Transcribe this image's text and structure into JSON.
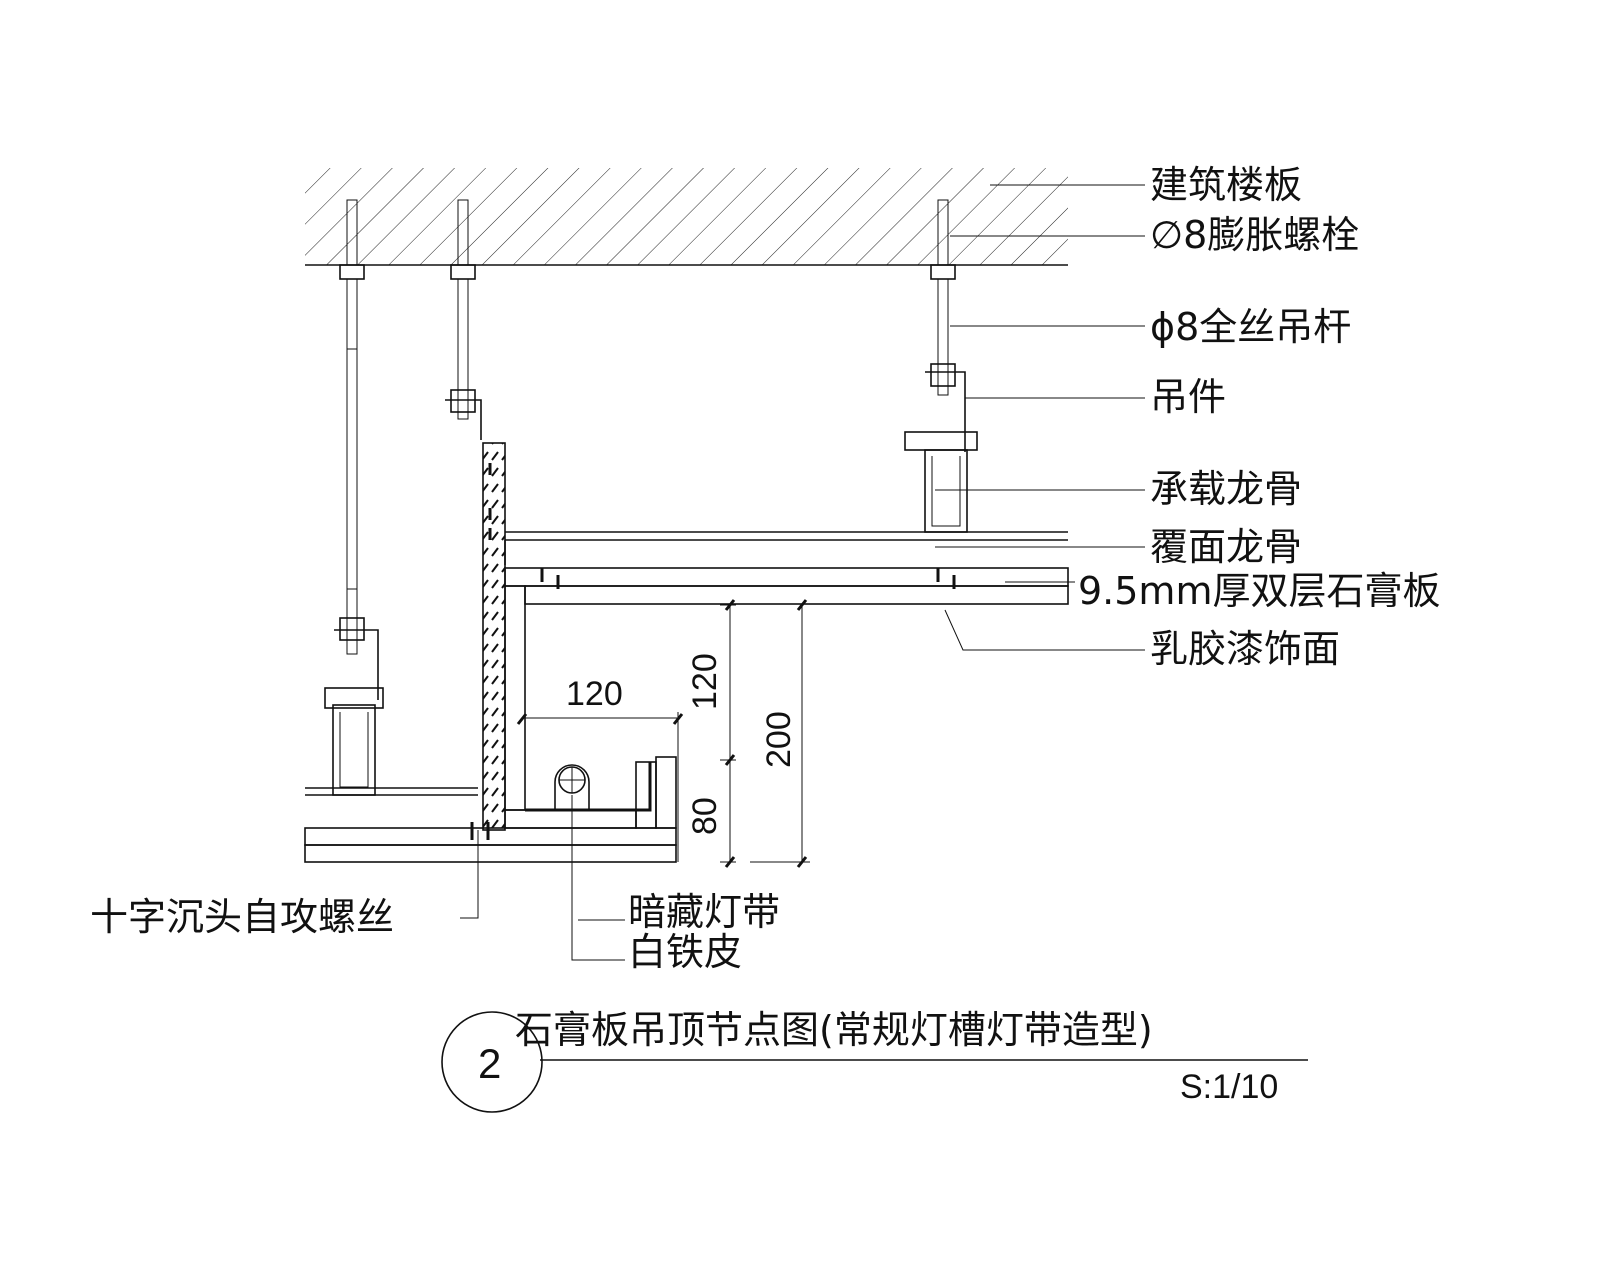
{
  "labels": {
    "slab": "建筑楼板",
    "expansion_bolt": "∅8膨胀螺栓",
    "hanger_rod": "ϕ8全丝吊杆",
    "hanger": "吊件",
    "main_keel": "承载龙骨",
    "cover_keel": "覆面龙骨",
    "gypsum_board": "9.5mm厚双层石膏板",
    "latex_paint": "乳胶漆饰面",
    "screw": "十字沉头自攻螺丝",
    "hidden_light": "暗藏灯带",
    "tin_sheet": "白铁皮"
  },
  "dimensions": {
    "trough_width": "120",
    "trough_upper_height": "120",
    "trough_lower_height": "80",
    "total_drop": "200"
  },
  "title": {
    "number": "2",
    "text": "石膏板吊顶节点图(常规灯槽灯带造型)",
    "scale": "S:1/10"
  }
}
